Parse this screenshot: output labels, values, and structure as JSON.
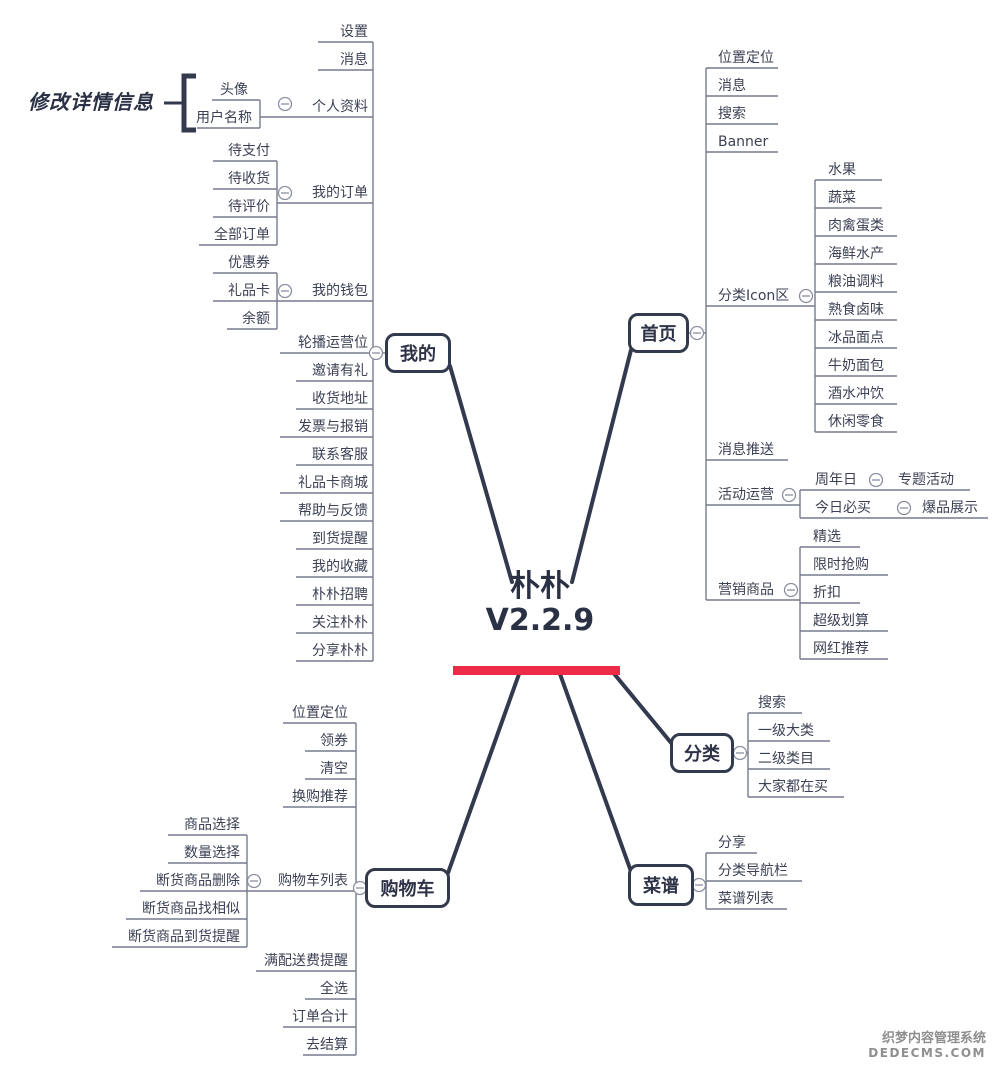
{
  "app": {
    "title": "朴朴",
    "version": "V2.2.9"
  },
  "annotation": "修改详情信息",
  "watermark": {
    "line1": "织梦内容管理系统",
    "line2": "DEDECMS.COM"
  },
  "colors": {
    "accent_red": "#ED2B47",
    "line_dark": "#333A4E",
    "connector_gray": "#767C8D"
  },
  "branches": {
    "profile": {
      "label": "我的",
      "settings": "设置",
      "messages": "消息",
      "personal_info": {
        "label": "个人资料",
        "avatar": "头像",
        "username": "用户名称"
      },
      "orders": {
        "label": "我的订单",
        "pending_payment": "待支付",
        "pending_receipt": "待收货",
        "pending_review": "待评价",
        "all_orders": "全部订单"
      },
      "wallet": {
        "label": "我的钱包",
        "coupons": "优惠券",
        "gift_card": "礼品卡",
        "balance": "余额"
      },
      "others": [
        "轮播运营位",
        "邀请有礼",
        "收货地址",
        "发票与报销",
        "联系客服",
        "礼品卡商城",
        "帮助与反馈",
        "到货提醒",
        "我的收藏",
        "朴朴招聘",
        "关注朴朴",
        "分享朴朴"
      ]
    },
    "home": {
      "label": "首页",
      "top": [
        "位置定位",
        "消息",
        "搜索",
        "Banner"
      ],
      "category_icons": {
        "label": "分类Icon区",
        "items": [
          "水果",
          "蔬菜",
          "肉禽蛋类",
          "海鲜水产",
          "粮油调料",
          "熟食卤味",
          "冰品面点",
          "牛奶面包",
          "酒水冲饮",
          "休闲零食"
        ]
      },
      "push": "消息推送",
      "campaigns": {
        "label": "活动运营",
        "anniversary": {
          "label": "周年日",
          "child": "专题活动"
        },
        "daily": {
          "label": "今日必买",
          "child": "爆品展示"
        }
      },
      "marketing": {
        "label": "营销商品",
        "items": [
          "精选",
          "限时抢购",
          "折扣",
          "超级划算",
          "网红推荐"
        ]
      }
    },
    "category": {
      "label": "分类",
      "items": [
        "搜索",
        "一级大类",
        "二级类目",
        "大家都在买"
      ]
    },
    "recipes": {
      "label": "菜谱",
      "items": [
        "分享",
        "分类导航栏",
        "菜谱列表"
      ]
    },
    "cart": {
      "label": "购物车",
      "top": [
        "位置定位",
        "领券",
        "清空",
        "换购推荐"
      ],
      "cart_list": {
        "label": "购物车列表",
        "items": [
          "商品选择",
          "数量选择",
          "断货商品删除",
          "断货商品找相似",
          "断货商品到货提醒"
        ]
      },
      "bottom": [
        "满配送费提醒",
        "全选",
        "订单合计",
        "去结算"
      ]
    }
  }
}
